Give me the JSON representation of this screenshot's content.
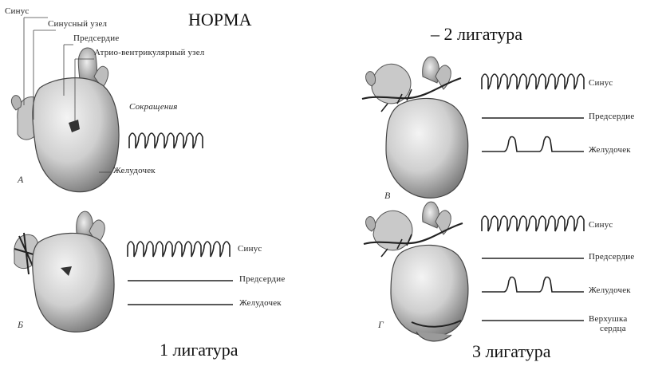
{
  "titles": {
    "norma": "НОРМА",
    "lig2": "– 2 лигатура",
    "lig1": "1 лигатура",
    "lig3": "3 лигатура"
  },
  "panel_a": {
    "letter": "А",
    "labels": {
      "sinus": "Синус",
      "sinus_node": "Синусный узел",
      "atrium": "Предсердие",
      "av_node": "Атрио-вентрикулярный узел",
      "contractions": "Сокращения",
      "ventricle": "Желудочек"
    }
  },
  "panel_b": {
    "letter": "Б",
    "labels": {
      "sinus": "Синус",
      "atrium": "Предсердие",
      "ventricle": "Желудочек"
    }
  },
  "panel_v": {
    "letter": "В",
    "labels": {
      "sinus": "Синус",
      "atrium": "Предсердие",
      "ventricle": "Желудочек"
    }
  },
  "panel_g": {
    "letter": "Г",
    "labels": {
      "sinus": "Синус",
      "atrium": "Предсердие",
      "ventricle": "Желудочек",
      "apex_line1": "Верхушка",
      "apex_line2": "сердца"
    }
  }
}
